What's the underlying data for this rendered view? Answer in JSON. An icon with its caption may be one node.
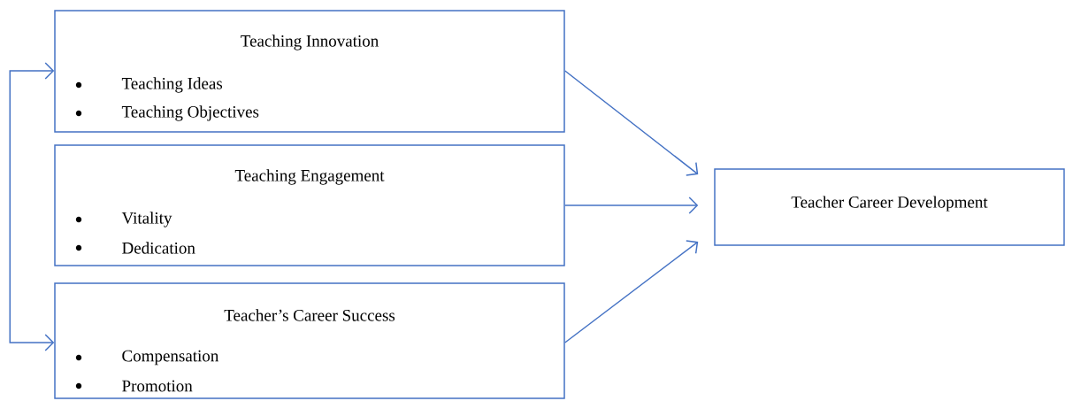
{
  "diagram": {
    "nodes": [
      {
        "text": [
          "Teaching Innovation",
          "Teaching Ideas",
          "Teaching Objectives"
        ]
      },
      {
        "text": [
          "Teaching Engagement",
          "Vitality",
          "Dedication"
        ]
      },
      {
        "text": [
          "Teacher’s Career Success",
          "Compensation",
          "Promotion"
        ]
      },
      {
        "text": [
          "Teacher Career Development"
        ]
      }
    ],
    "edges": [
      {
        "from": 0,
        "to": 3,
        "arrow": "to"
      },
      {
        "from": 1,
        "to": 3,
        "arrow": "to"
      },
      {
        "from": 2,
        "to": 3,
        "arrow": "to"
      },
      {
        "from": 0,
        "to": 2,
        "arrow": "both"
      }
    ]
  }
}
